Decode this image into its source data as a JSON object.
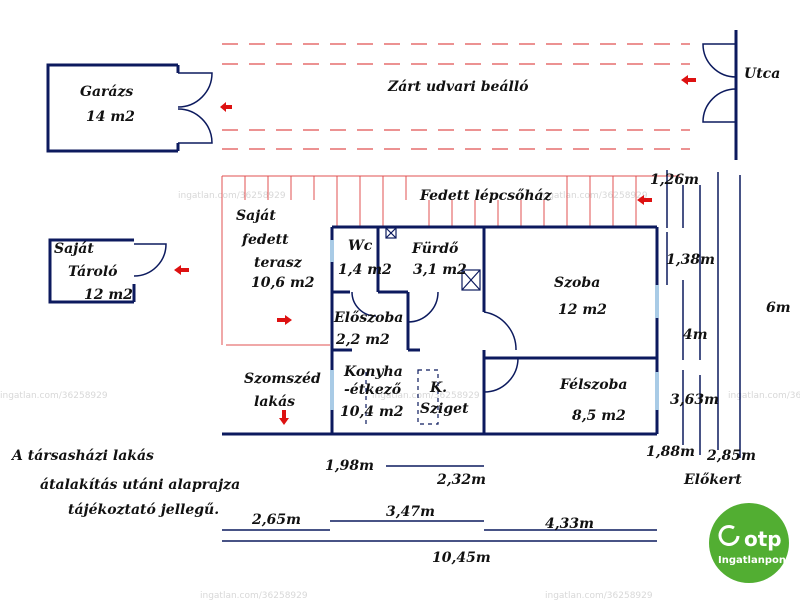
{
  "rooms": {
    "garazs": {
      "name": "Garázs",
      "area": "14 m2"
    },
    "beallo": {
      "name": "Zárt udvari beálló"
    },
    "utca": {
      "name": "Utca"
    },
    "lepcsohaz": {
      "name": "Fedett lépcsőház"
    },
    "terasz": {
      "line1": "Saját",
      "line2": "fedett",
      "line3": "terasz",
      "area": "10,6 m2"
    },
    "tarolo": {
      "line1": "Saját",
      "line2": "Tároló",
      "area": "12 m2"
    },
    "wc": {
      "name": "Wc",
      "area": "1,4 m2"
    },
    "furdo": {
      "name": "Fürdő",
      "area": "3,1 m2"
    },
    "szoba": {
      "name": "Szoba",
      "area": "12 m2"
    },
    "eloszoba": {
      "name": "Előszoba",
      "area": "2,2 m2"
    },
    "konyha": {
      "line1": "Konyha",
      "line2": "-étkező",
      "area": "10,4 m2"
    },
    "sziget": {
      "line1": "K.",
      "line2": "Sziget"
    },
    "felszoba": {
      "name": "Félszoba",
      "area": "8,5 m2"
    },
    "szomszed": {
      "line1": "Szomszéd",
      "line2": "lakás"
    },
    "elokert": {
      "name": "Előkert"
    }
  },
  "dimensions": {
    "d126": "1,26m",
    "d138": "1,38m",
    "d4": "4m",
    "d6": "6m",
    "d363": "3,63m",
    "d188": "1,88m",
    "d285": "2,85m",
    "d198": "1,98m",
    "d232": "2,32m",
    "d265": "2,65m",
    "d347": "3,47m",
    "d433": "4,33m",
    "d1045": "10,45m"
  },
  "note": {
    "line1": "A társasházi lakás",
    "line2": "átalakítás utáni alaprajza",
    "line3": "tájékoztató jellegű."
  },
  "watermark": "ingatlan.com/36258929",
  "logo": {
    "brand": "otp",
    "sub": "Ingatlanpont",
    "color": "#52ae32"
  },
  "colors": {
    "wall": "#0c1a5e",
    "hatch": "#e05050",
    "arrow": "#dd1111",
    "window": "#a9cbe6"
  }
}
